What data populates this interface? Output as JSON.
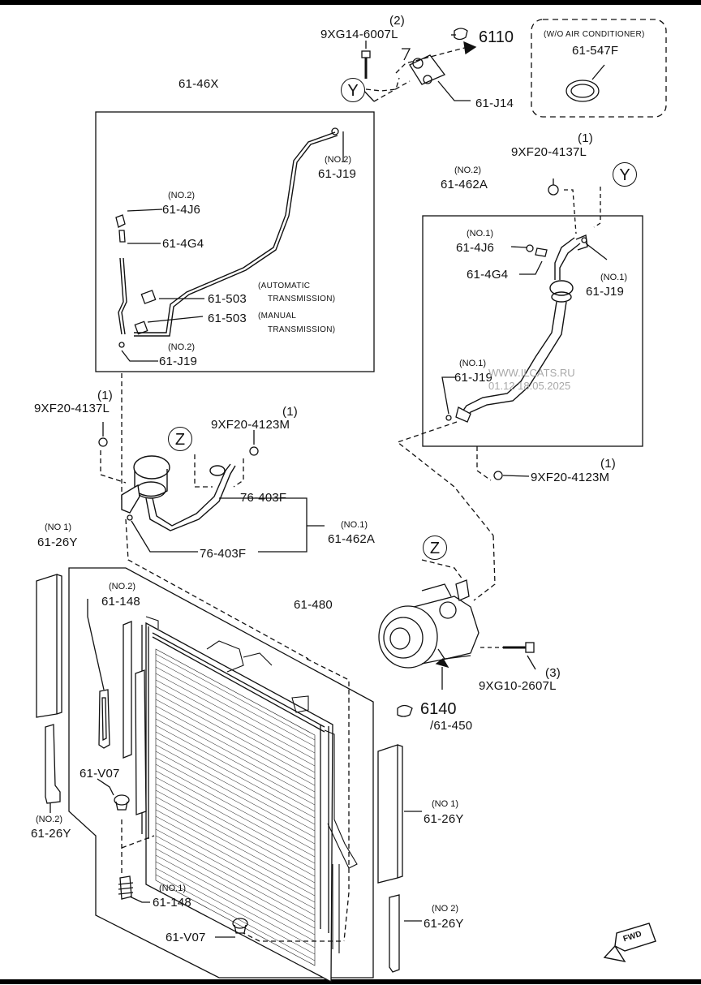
{
  "labels": {
    "p_9xg14": "9XG14-6007L",
    "q_9xg14": "(2)",
    "ref_6110": "6110",
    "woac_note": "(W/O AIR CONDITIONER)",
    "p_61547f": "61-547F",
    "p_61j14": "61-J14",
    "y1": "Y",
    "p_6146x": "61-46X",
    "no2_a": "(NO.2)",
    "p_61j19_a": "61-J19",
    "no2_b": "(NO.2)",
    "p_614j6_a": "61-4J6",
    "p_614g4_a": "61-4G4",
    "p_61503_a": "61-503",
    "auto_trans_1": "(AUTOMATIC",
    "auto_trans_2": "TRANSMISSION)",
    "p_61503_b": "61-503",
    "man_trans_1": "(MANUAL",
    "man_trans_2": "TRANSMISSION)",
    "no2_c": "(NO.2)",
    "p_61j19_b": "61-J19",
    "q_9xf20_4137_r": "(1)",
    "p_9xf20_4137_r": "9XF20-4137L",
    "no2_d": "(NO.2)",
    "p_61462a_r": "61-462A",
    "y2": "Y",
    "no1_a": "(NO.1)",
    "p_614j6_b": "61-4J6",
    "p_614g4_b": "61-4G4",
    "no1_b": "(NO.1)",
    "p_61j19_c": "61-J19",
    "no1_c": "(NO.1)",
    "p_61j19_d": "61-J19",
    "watermark_1": "WWW.ILCATS.RU",
    "watermark_2": "01.12 18:05.2025",
    "q_9xf20_4137_l": "(1)",
    "p_9xf20_4137_l": "9XF20-4137L",
    "q_9xf20_4123_a": "(1)",
    "p_9xf20_4123_a": "9XF20-4123M",
    "z1": "Z",
    "q_9xf20_4123_b": "(1)",
    "p_9xf20_4123_b": "9XF20-4123M",
    "p_76403f_a": "76-403F",
    "no1_d": "(NO.1)",
    "p_61462a_l": "61-462A",
    "p_76403f_b": "76-403F",
    "z2": "Z",
    "no1_e": "(NO 1)",
    "p_6126y_a": "61-26Y",
    "no2_e": "(NO.2)",
    "p_61148_a": "61-148",
    "p_61480": "61-480",
    "q_9xg10": "(3)",
    "p_9xg10": "9XG10-2607L",
    "ref_6140": "6140",
    "ref_61450": "/61-450",
    "p_61v07_a": "61-V07",
    "no2_f": "(NO.2)",
    "p_6126y_b": "61-26Y",
    "no1_f": "(NO 1)",
    "p_6126y_c": "61-26Y",
    "no1_g": "(NO.1)",
    "p_61148_b": "61-148",
    "no2_g": "(NO 2)",
    "p_6126y_d": "61-26Y",
    "p_61v07_b": "61-V07",
    "fwd": "FWD"
  }
}
